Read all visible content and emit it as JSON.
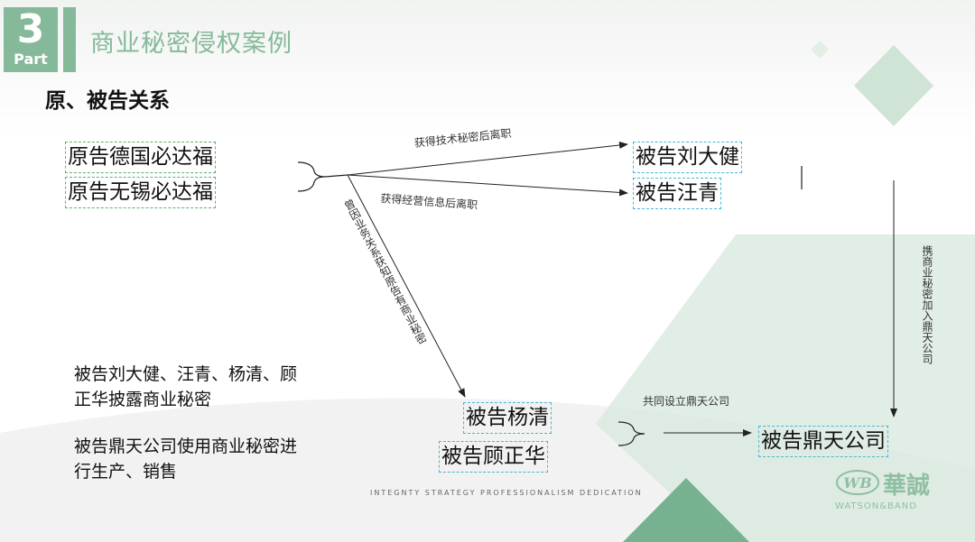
{
  "header": {
    "part_number": "3",
    "part_word": "Part",
    "section_title": "商业秘密侵权案例"
  },
  "subheading": "原、被告关系",
  "plaintiffs": [
    "原告德国必达福",
    "原告无锡必达福"
  ],
  "defendants": {
    "liu": "被告刘大健",
    "wang": "被告汪青",
    "yang": "被告杨清",
    "gu": "被告顾正华",
    "dingtian": "被告鼎天公司"
  },
  "edge_labels": {
    "tech_secret": "获得技术秘密后离职",
    "business_info": "获得经营信息后离职",
    "business_relation": "曾因业务关系获知原告有商业秘密",
    "joined_dingtian": "携商业秘密加入鼎天公司",
    "cofounded": "共同设立鼎天公司"
  },
  "notes": [
    [
      "被告刘大健、汪青、杨清、顾",
      "正华披露商业秘密"
    ],
    [
      "被告鼎天公司使用商业秘密进",
      "行生产、销售"
    ]
  ],
  "footer": {
    "values": "INTEGNTY    STRATEGY    PROFESSIONALISM    DEDICATION",
    "logo_cn": "華誠",
    "logo_en": "WATSON&BAND"
  },
  "colors": {
    "accent_green": "#86b99a",
    "box_green_border": "#5fb06a",
    "box_blue_border": "#47b6d6"
  }
}
